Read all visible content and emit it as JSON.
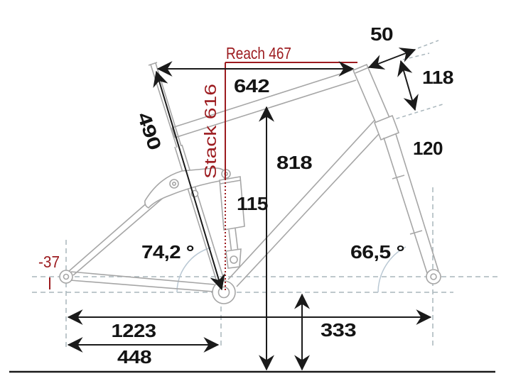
{
  "diagram": {
    "type": "bicycle-frame-geometry-drawing",
    "colors": {
      "accent_red": "#9C1B1F",
      "frame_gray": "#A6A6A6",
      "dashed_gray": "#A9B6BC",
      "arc_blue": "#B8C7D3",
      "ink": "#141414"
    },
    "labels": {
      "reach": "Reach 467",
      "stack": "Stack 616",
      "top_tube": "642",
      "seat_tube": "490",
      "stem": "50",
      "head_tube": "118",
      "standover": "818",
      "fork_travel": "120",
      "shock": "115",
      "seat_angle": "74,2 °",
      "head_angle": "66,5 °",
      "bb_drop": "-37",
      "wheelbase": "1223",
      "chainstay": "448",
      "bb_height": "333"
    }
  }
}
